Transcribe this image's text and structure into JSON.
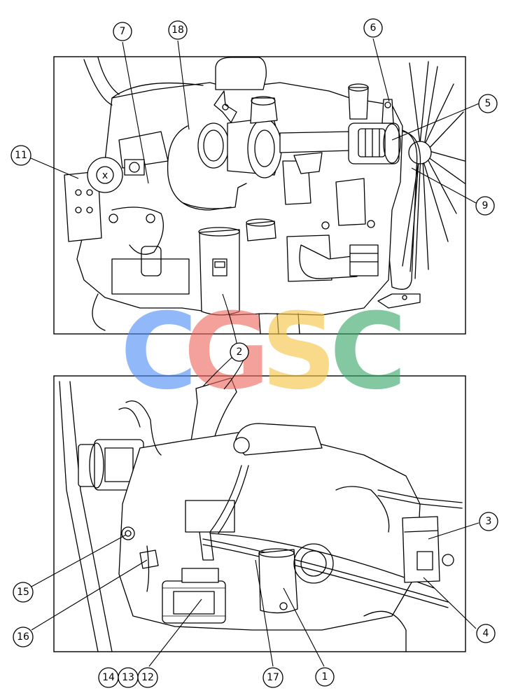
{
  "watermark": {
    "letters": [
      {
        "char": "C",
        "color": "#4f8df5"
      },
      {
        "char": "G",
        "color": "#f0685e"
      },
      {
        "char": "S",
        "color": "#f6c544"
      },
      {
        "char": "C",
        "color": "#39a86a"
      }
    ]
  },
  "callouts": {
    "c1": "1",
    "c2": "2",
    "c3": "3",
    "c4": "4",
    "c5": "5",
    "c6": "6",
    "c7": "7",
    "c9": "9",
    "c11": "11",
    "c12": "12",
    "c13": "13",
    "c14": "14",
    "c15": "15",
    "c16": "16",
    "c17": "17",
    "c18": "18"
  },
  "colors": {
    "line": "#000000",
    "background": "#ffffff"
  }
}
